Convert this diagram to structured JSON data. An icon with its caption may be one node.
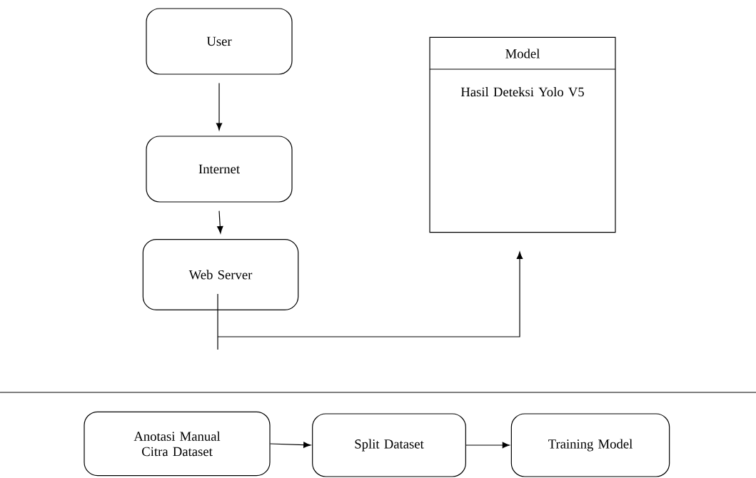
{
  "diagram": {
    "nodes": [
      {
        "text": [
          "User"
        ]
      },
      {
        "text": [
          "Internet"
        ]
      },
      {
        "text": [
          "Web Server"
        ]
      },
      {
        "text": [
          "Model",
          "Hasil Deteksi Yolo V5"
        ]
      },
      {
        "text": [
          "Anotasi Manual Citra Dataset"
        ]
      },
      {
        "text": [
          "Split Dataset"
        ]
      },
      {
        "text": [
          "Training Model"
        ]
      }
    ],
    "edges": [
      {
        "from": 0,
        "to": 1,
        "arrow": "to"
      },
      {
        "from": 1,
        "to": 2,
        "arrow": "to"
      },
      {
        "from": null,
        "to": 3,
        "arrow": "to"
      },
      {
        "from": 4,
        "to": 5,
        "arrow": "to"
      },
      {
        "from": 5,
        "to": 6,
        "arrow": "to"
      }
    ]
  }
}
